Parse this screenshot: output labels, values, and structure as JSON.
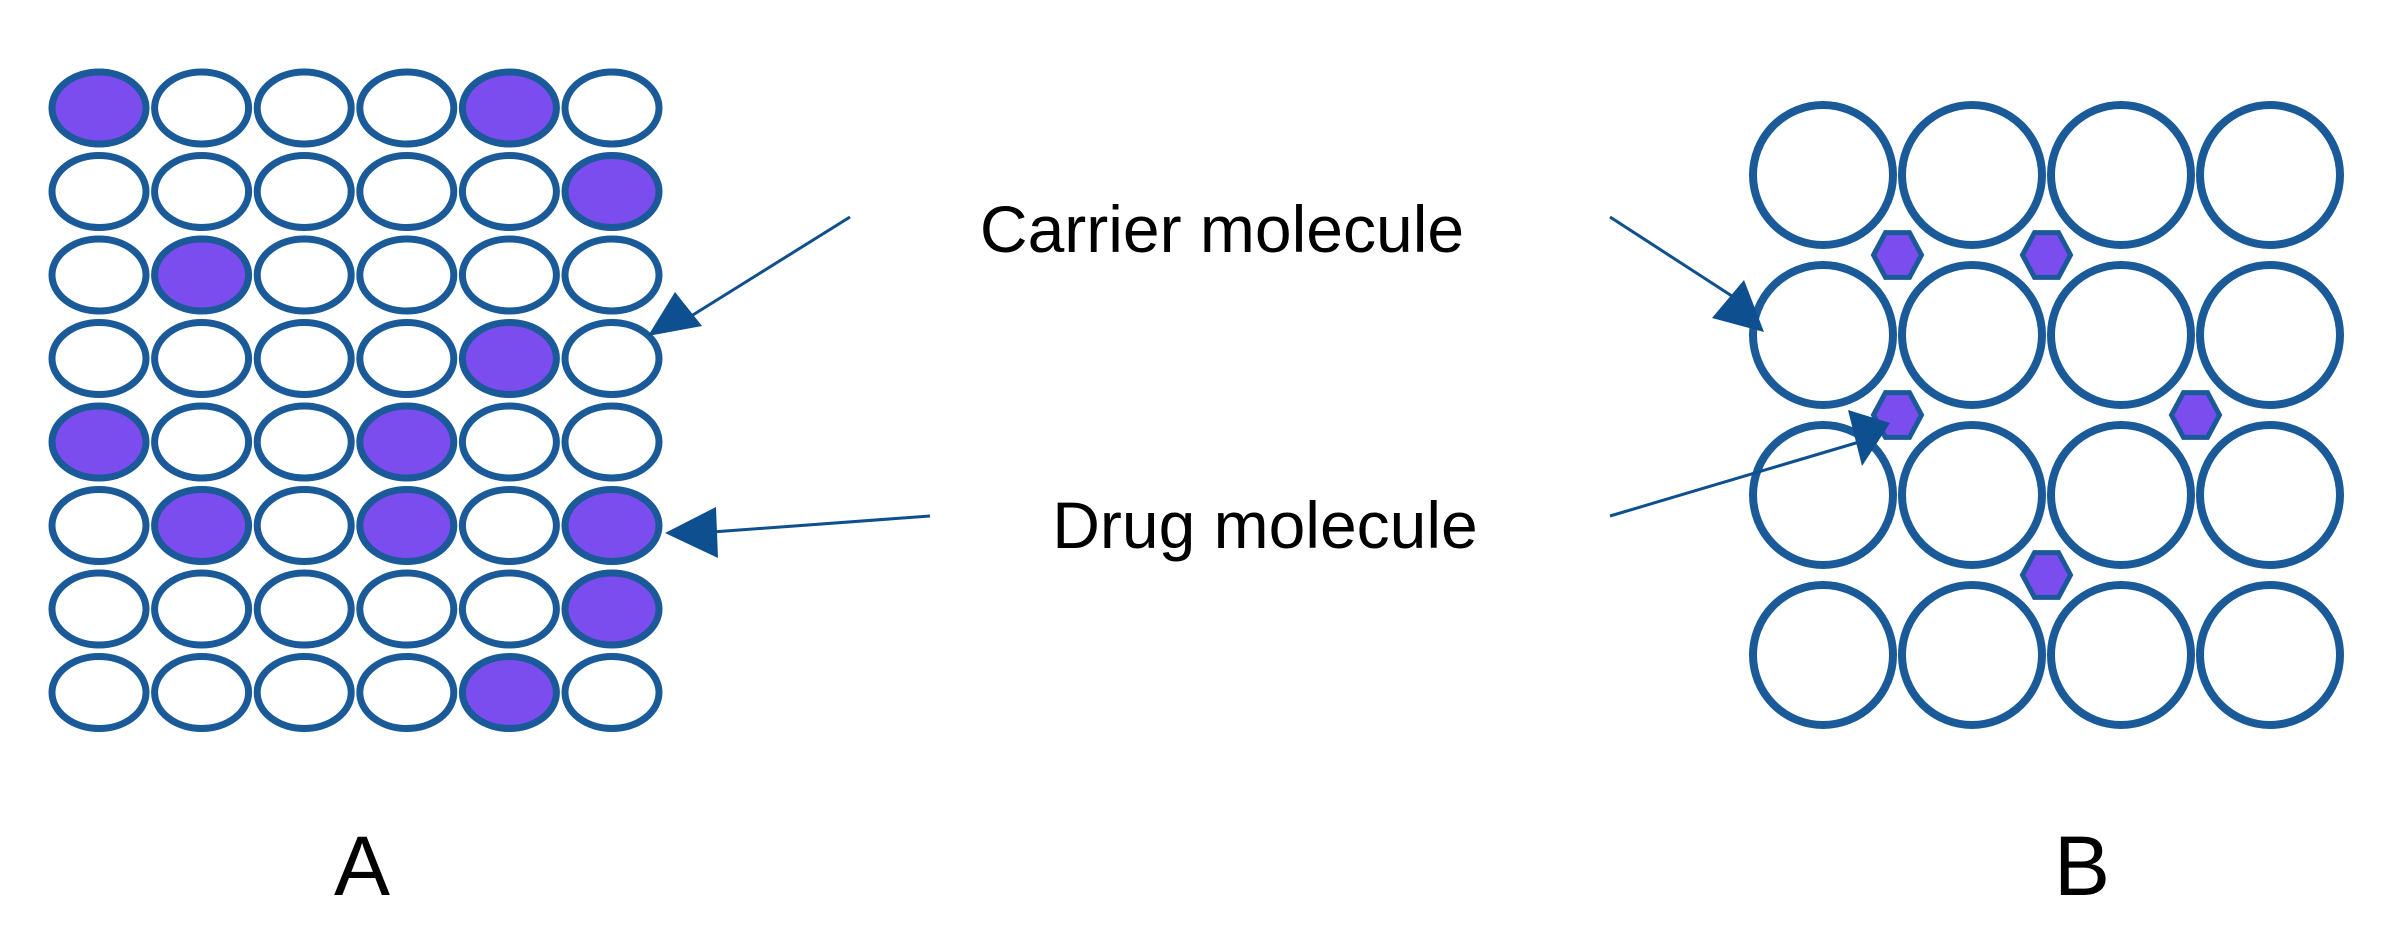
{
  "labels": {
    "carrier": "Carrier molecule",
    "drug": "Drug molecule",
    "panel_a": "A",
    "panel_b": "B"
  },
  "colors": {
    "outline": "#1a5a99",
    "drug_fill": "#7b4cee",
    "carrier_fill": "#ffffff",
    "arrow": "#0e4f8f",
    "text": "#000000"
  },
  "panel_a": {
    "rows": 8,
    "cols": 6,
    "drug_cells": [
      [
        0,
        0
      ],
      [
        0,
        4
      ],
      [
        1,
        5
      ],
      [
        2,
        1
      ],
      [
        3,
        4
      ],
      [
        4,
        0
      ],
      [
        4,
        3
      ],
      [
        5,
        1
      ],
      [
        5,
        3
      ],
      [
        5,
        5
      ],
      [
        6,
        5
      ],
      [
        7,
        4
      ]
    ]
  },
  "panel_b": {
    "rows": 4,
    "cols": 4,
    "drug_gaps": [
      [
        0,
        0
      ],
      [
        0,
        1
      ],
      [
        1,
        0
      ],
      [
        1,
        2
      ],
      [
        2,
        1
      ]
    ]
  }
}
